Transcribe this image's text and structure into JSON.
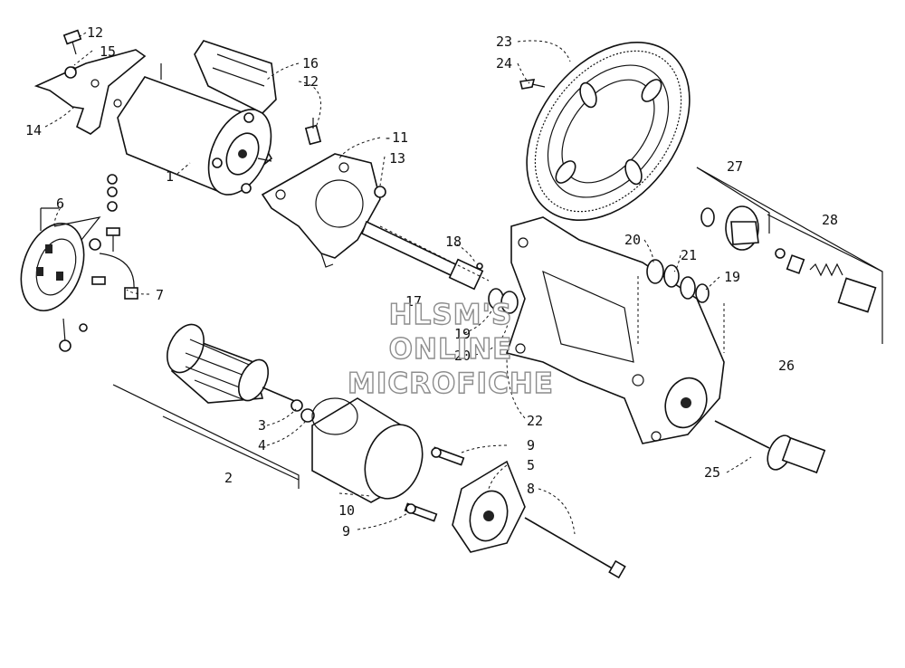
{
  "watermark": {
    "line1": "HLSM'S",
    "line2": "ONLINE",
    "line3": "MICROFICHE"
  },
  "callouts": {
    "c1": "1",
    "c2": "2",
    "c3": "3",
    "c4": "4",
    "c5": "5",
    "c6": "6",
    "c7": "7",
    "c8": "8",
    "c9a": "9",
    "c9b": "9",
    "c10": "10",
    "c11": "-11",
    "c12a": "12",
    "c12b": "12",
    "c13": "13",
    "c14": "14",
    "c15": "15",
    "c16": "16",
    "c17": "17",
    "c18": "18",
    "c19a": "19",
    "c19b": "19",
    "c20a": "20",
    "c20b": "20",
    "c21": "21",
    "c22": "22",
    "c23": "23",
    "c24": "24",
    "c25": "25",
    "c26": "26",
    "c27": "27",
    "c28": "28"
  }
}
